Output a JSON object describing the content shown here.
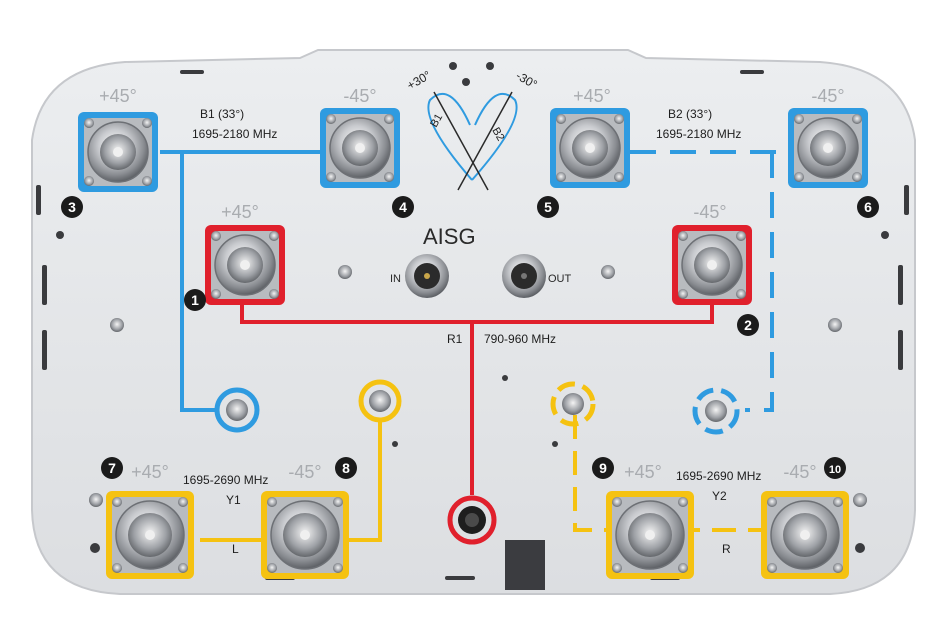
{
  "colors": {
    "blue": "#2f9be0",
    "red": "#e0202c",
    "yellow": "#f5c211",
    "panel": "#e4e5e7",
    "badge": "#1b1b1b"
  },
  "title": "AISG",
  "aisg": {
    "in_label": "IN",
    "out_label": "OUT"
  },
  "bands": {
    "b1": {
      "name": "B1 (33°)",
      "freq": "1695-2180 MHz"
    },
    "b2": {
      "name": "B2 (33°)",
      "freq": "1695-2180 MHz"
    },
    "r1": {
      "name": "R1",
      "freq": "790-960 MHz"
    },
    "y1": {
      "name": "Y1",
      "freq": "1695-2690 MHz"
    },
    "y2": {
      "name": "Y2",
      "freq": "1695-2690 MHz"
    },
    "left_label": "L",
    "right_label": "R"
  },
  "diagram": {
    "tilt_plus": "+30°",
    "tilt_minus": "-30°",
    "beam_b1": "B1",
    "beam_b2": "B2"
  },
  "ports": [
    {
      "number": "1",
      "polarization": "+45°",
      "color": "red"
    },
    {
      "number": "2",
      "polarization": "-45°",
      "color": "red"
    },
    {
      "number": "3",
      "polarization": "+45°",
      "color": "blue"
    },
    {
      "number": "4",
      "polarization": "-45°",
      "color": "blue"
    },
    {
      "number": "5",
      "polarization": "+45°",
      "color": "blue"
    },
    {
      "number": "6",
      "polarization": "-45°",
      "color": "blue"
    },
    {
      "number": "7",
      "polarization": "+45°",
      "color": "yellow"
    },
    {
      "number": "8",
      "polarization": "-45°",
      "color": "yellow"
    },
    {
      "number": "9",
      "polarization": "+45°",
      "color": "yellow"
    },
    {
      "number": "10",
      "polarization": "-45°",
      "color": "yellow"
    }
  ]
}
